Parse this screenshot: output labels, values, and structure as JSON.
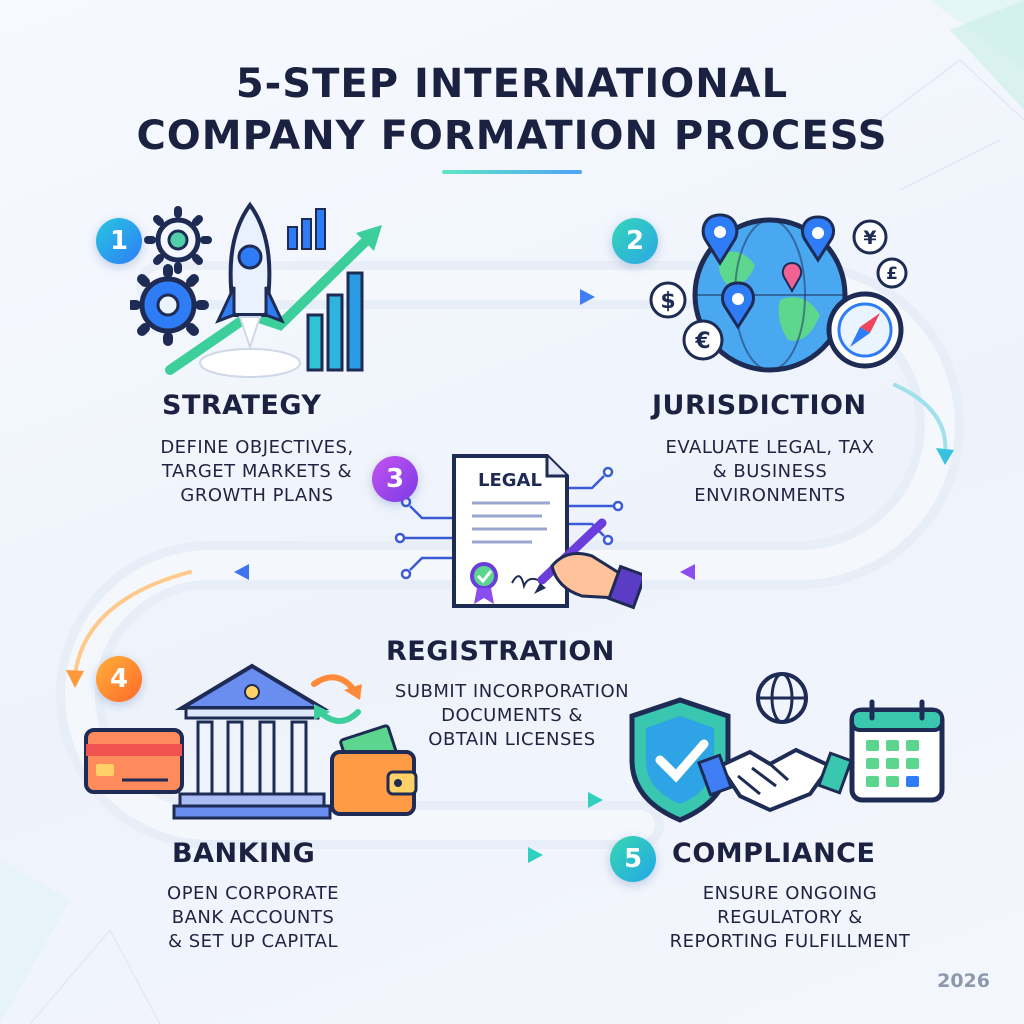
{
  "title": {
    "line1": "5-STEP INTERNATIONAL",
    "line2": "COMPANY FORMATION PROCESS"
  },
  "steps": [
    {
      "number": "1",
      "heading": "STRATEGY",
      "description": [
        "DEFINE OBJECTIVES,",
        "TARGET MARKETS &",
        "GROWTH PLANS"
      ],
      "icons": [
        "gears-icon",
        "rocket-icon",
        "growth-chart-icon"
      ]
    },
    {
      "number": "2",
      "heading": "JURISDICTION",
      "description": [
        "EVALUATE LEGAL, TAX",
        "& BUSINESS",
        "ENVIRONMENTS"
      ],
      "icons": [
        "globe-icon",
        "location-pin-icon",
        "compass-icon",
        "currency-icon"
      ],
      "currency_symbols": [
        "$",
        "€",
        "¥",
        "£"
      ]
    },
    {
      "number": "3",
      "heading": "REGISTRATION",
      "description": [
        "SUBMIT INCORPORATION",
        "DOCUMENTS &",
        "OBTAIN LICENSES"
      ],
      "document_label": "LEGAL",
      "icons": [
        "legal-document-icon",
        "pen-hand-icon",
        "circuit-icon"
      ]
    },
    {
      "number": "4",
      "heading": "BANKING",
      "description": [
        "OPEN CORPORATE",
        "BANK ACCOUNTS",
        "& SET UP CAPITAL"
      ],
      "icons": [
        "bank-icon",
        "credit-card-icon",
        "wallet-icon",
        "exchange-arrows-icon"
      ]
    },
    {
      "number": "5",
      "heading": "COMPLIANCE",
      "description": [
        "ENSURE ONGOING",
        "REGULATORY &",
        "REPORTING FULFILLMENT"
      ],
      "icons": [
        "shield-check-icon",
        "handshake-icon",
        "calendar-icon",
        "globe-icon"
      ]
    }
  ],
  "footer": {
    "year": "2026"
  },
  "colors": {
    "title": "#1b2140",
    "step1": "#2e7cf6",
    "step2": "#2aa7e6",
    "step3": "#7a3ce6",
    "step4": "#ff6a2a",
    "step5": "#23a8e8",
    "path": "#dfe6f2"
  }
}
